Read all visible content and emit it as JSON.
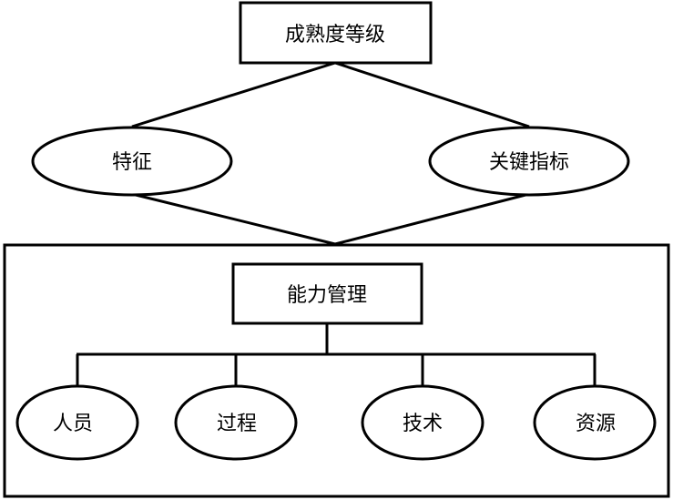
{
  "diagram": {
    "root": {
      "label": "成熟度等级"
    },
    "attributes": [
      {
        "label": "特征"
      },
      {
        "label": "关键指标"
      }
    ],
    "group": {
      "title": {
        "label": "能力管理"
      },
      "children": [
        {
          "label": "人员"
        },
        {
          "label": "过程"
        },
        {
          "label": "技术"
        },
        {
          "label": "资源"
        }
      ]
    },
    "stroke_color": "#000000",
    "fill_color": "#ffffff"
  }
}
